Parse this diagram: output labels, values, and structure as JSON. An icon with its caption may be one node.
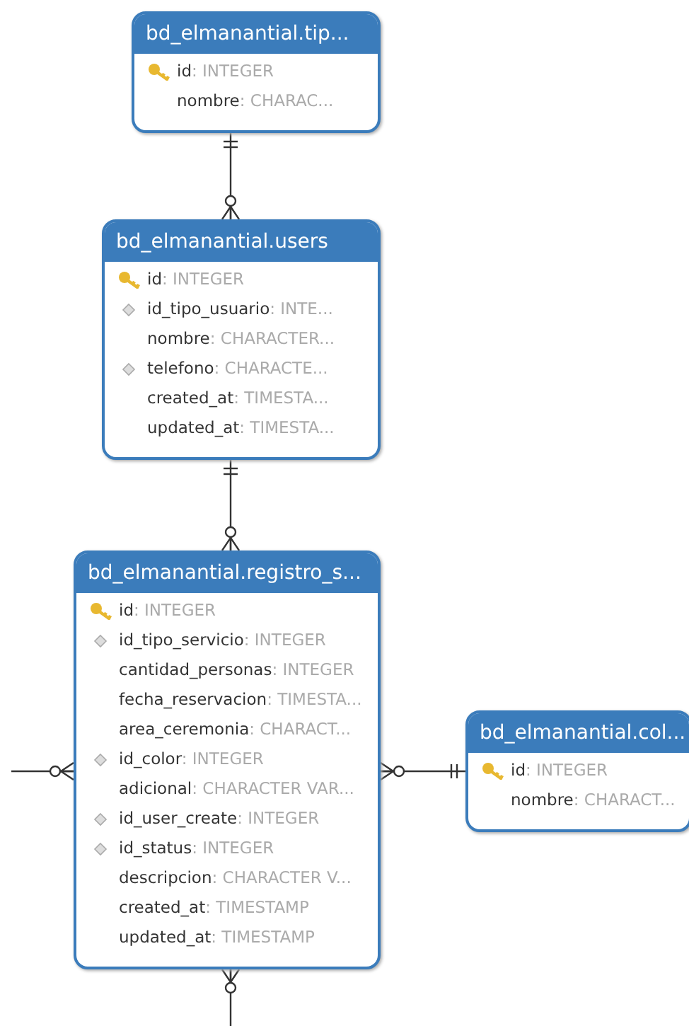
{
  "diagram": {
    "nodes": [
      {
        "text": [
          "bd_elmanantial.tip...",
          "id: INTEGER",
          "nombre: CHARAC..."
        ]
      },
      {
        "text": [
          "bd_elmanantial.users",
          "id: INTEGER",
          "id_tipo_usuario: INTE...",
          "nombre: CHARACTER...",
          "telefono: CHARACTE...",
          "created_at: TIMESTA...",
          "updated_at: TIMESTA..."
        ]
      },
      {
        "text": [
          "bd_elmanantial.registro_s...",
          "id: INTEGER",
          "id_tipo_servicio: INTEGER",
          "cantidad_personas: INTEGER",
          "fecha_reservacion: TIMESTA...",
          "area_ceremonia: CHARACT...",
          "id_color: INTEGER",
          "adicional: CHARACTER VAR...",
          "id_user_create: INTEGER",
          "id_status: INTEGER",
          "descripcion: CHARACTER V...",
          "created_at: TIMESTAMP",
          "updated_at: TIMESTAMP"
        ]
      },
      {
        "text": [
          "bd_elmanantial.col...",
          "id: INTEGER",
          "nombre: CHARACT..."
        ]
      }
    ],
    "edges": [
      {
        "from": 0,
        "to": 1,
        "arrow": "other"
      },
      {
        "from": 1,
        "to": 2,
        "arrow": "other"
      },
      {
        "from": null,
        "to": 2,
        "arrow": "other"
      },
      {
        "from": 2,
        "to": 3,
        "arrow": "other"
      },
      {
        "from": 2,
        "to": null,
        "arrow": "other"
      }
    ]
  }
}
